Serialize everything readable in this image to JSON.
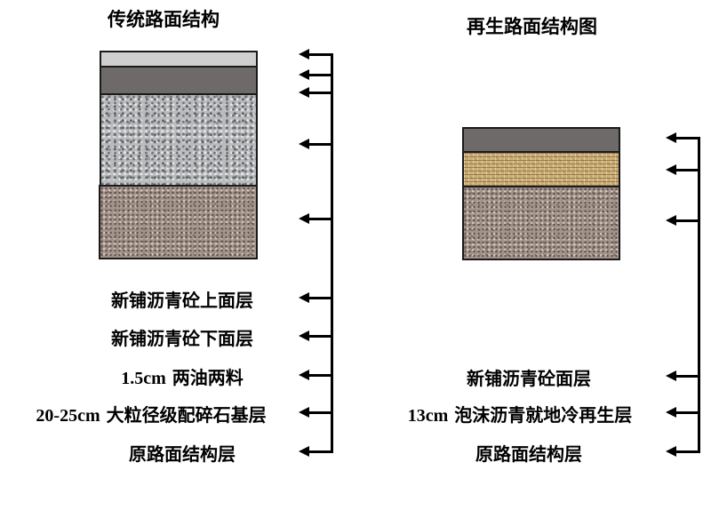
{
  "left": {
    "title": "传统路面结构",
    "layers": [
      {
        "name": "upper-asphalt-layer",
        "color": "#cfcfcf"
      },
      {
        "name": "lower-asphalt-layer",
        "color": "#6e6a69"
      },
      {
        "name": "graded-gravel-base",
        "color": "#b9bbbd"
      },
      {
        "name": "original-pavement-layer",
        "color": "#a3938a"
      }
    ],
    "labels": [
      {
        "num": "",
        "text": "新铺沥青砼上面层"
      },
      {
        "num": "",
        "text": "新铺沥青砼下面层"
      },
      {
        "num": "1.5cm",
        "text": " 两油两料"
      },
      {
        "num": "20-25cm",
        "text": " 大粒径级配碎石基层"
      },
      {
        "num": "",
        "text": "原路面结构层"
      }
    ]
  },
  "right": {
    "title": "再生路面结构图",
    "layers": [
      {
        "name": "asphalt-surface-layer",
        "color": "#6e6a69"
      },
      {
        "name": "foam-asphalt-recycled-layer",
        "color": "#cdb07a"
      },
      {
        "name": "original-pavement-layer",
        "color": "#a3938a"
      }
    ],
    "labels": [
      {
        "num": "",
        "text": "新铺沥青砼面层"
      },
      {
        "num": "13cm",
        "text": " 泡沫沥青就地冷再生层"
      },
      {
        "num": "",
        "text": "原路面结构层"
      }
    ]
  }
}
